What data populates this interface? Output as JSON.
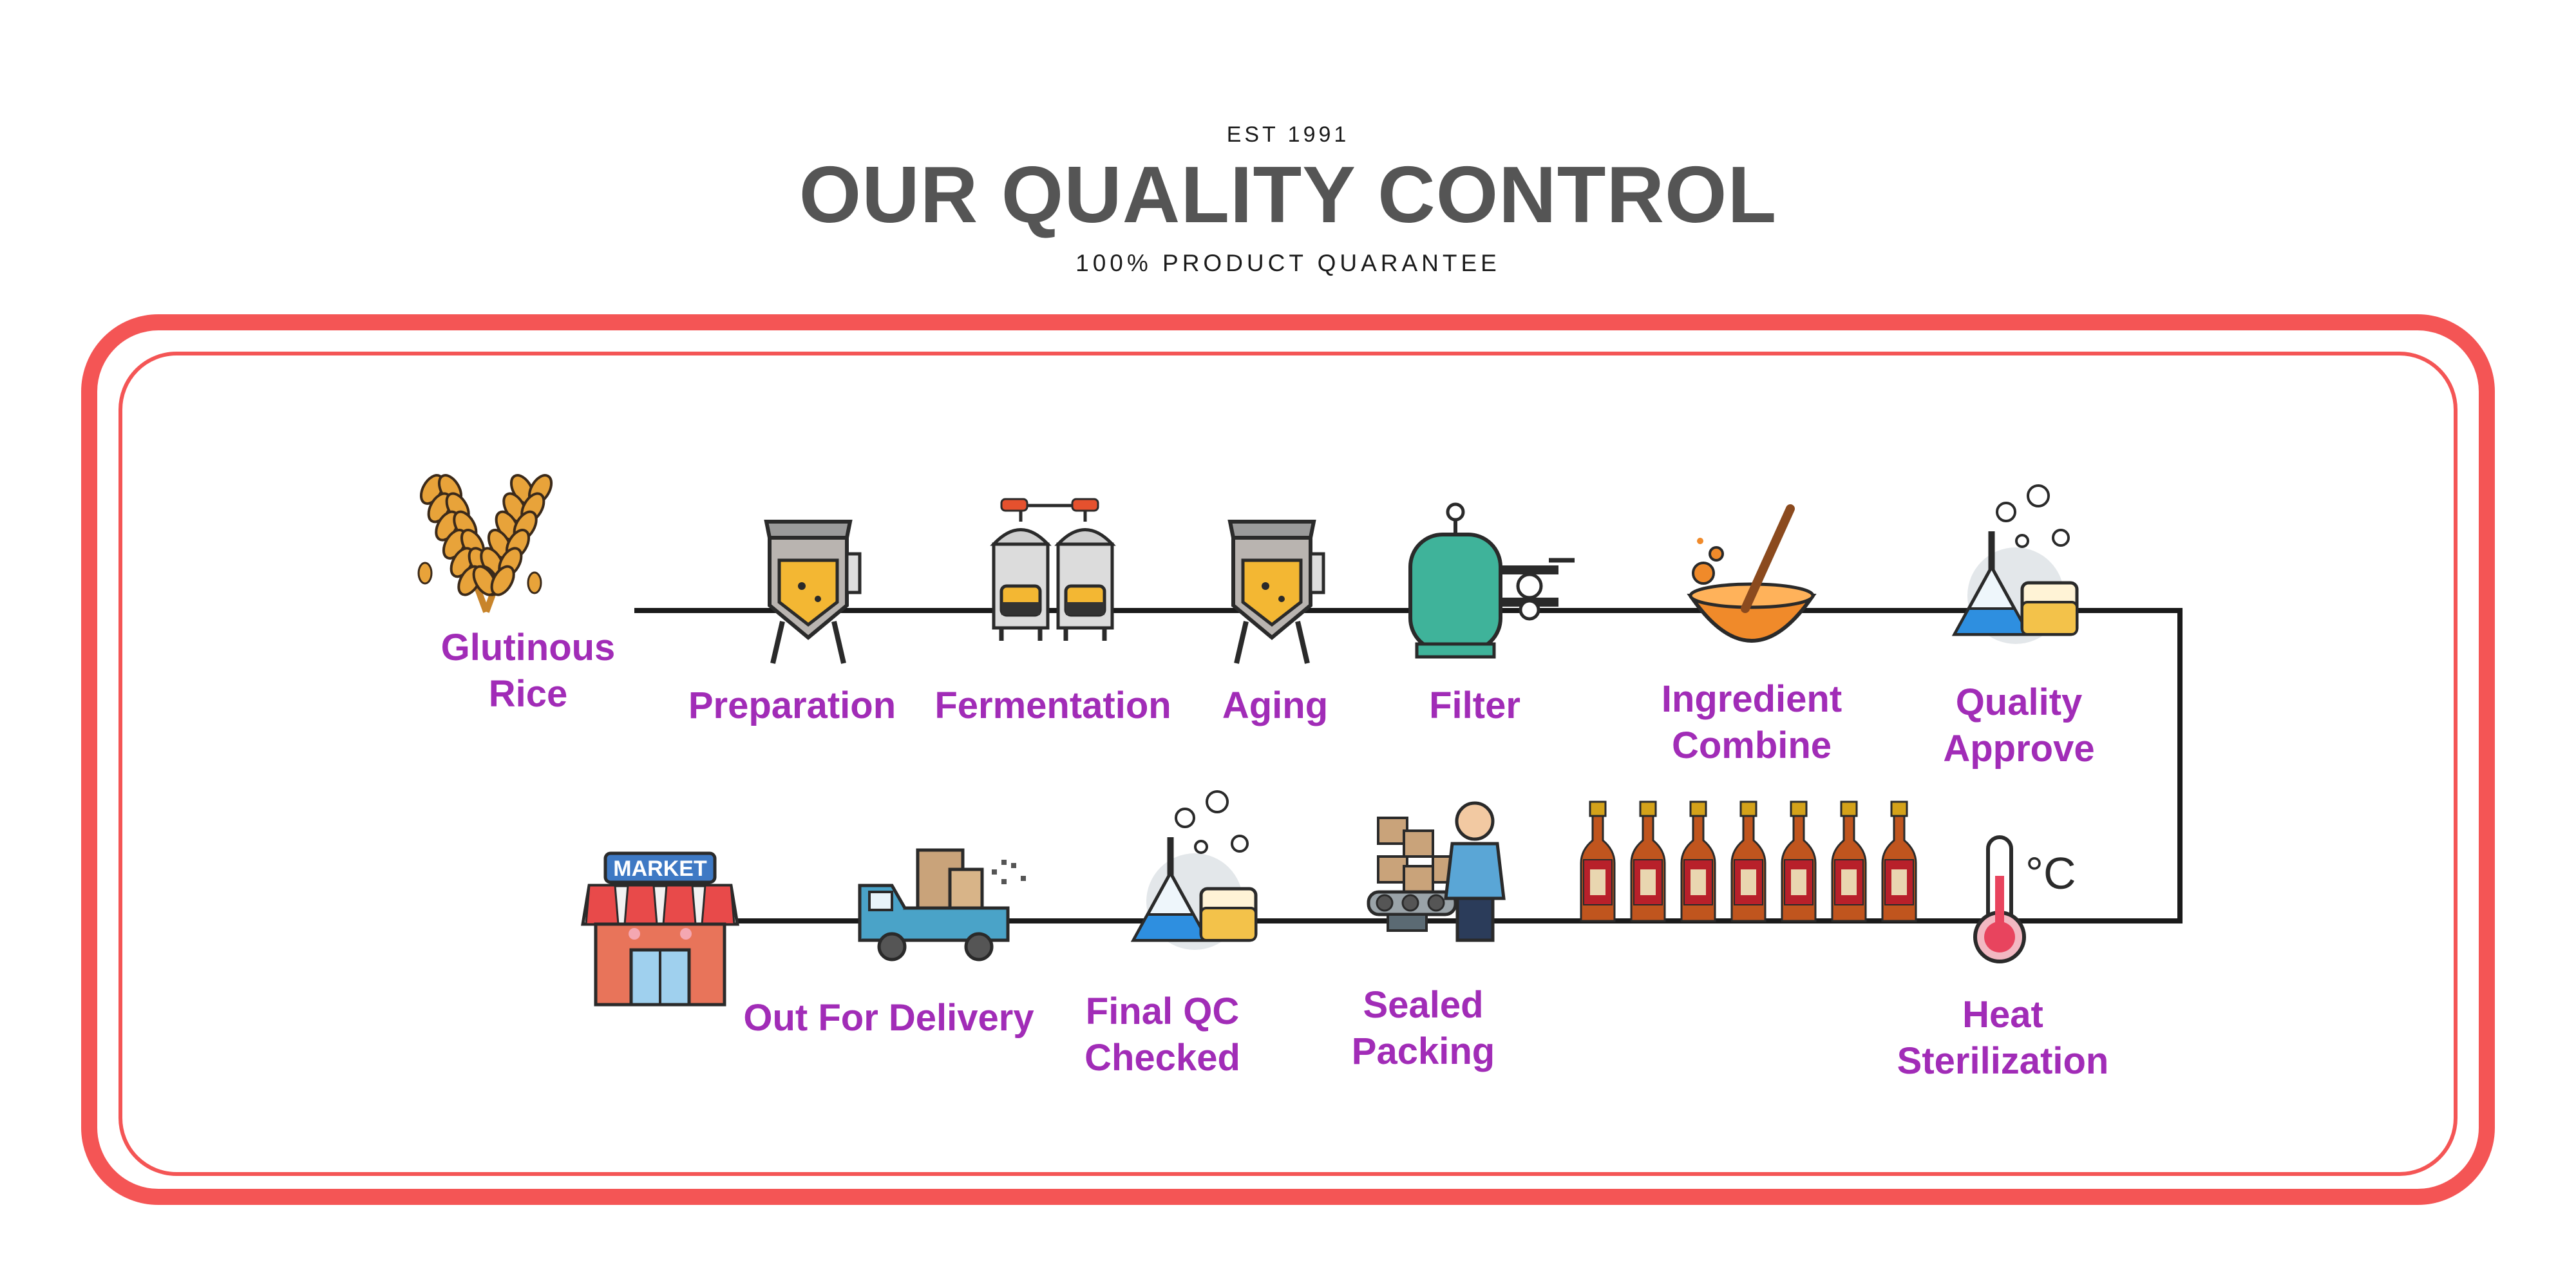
{
  "header": {
    "est": "EST 1991",
    "title": "OUR QUALITY CONTROL",
    "subtitle": "100% PRODUCT QUARANTEE"
  },
  "colors": {
    "frame": "#f45555",
    "label": "#a12cb7",
    "line": "#1a1a1a",
    "title": "#555555"
  },
  "steps": [
    {
      "id": "rice",
      "icon": "wheat-icon",
      "lines": [
        "Glutinous",
        "Rice"
      ]
    },
    {
      "id": "prep",
      "icon": "tank-icon",
      "lines": [
        "Preparation"
      ]
    },
    {
      "id": "ferm",
      "icon": "fermenter-icon",
      "lines": [
        "Fermentation"
      ]
    },
    {
      "id": "aging",
      "icon": "tank-icon",
      "lines": [
        "Aging"
      ]
    },
    {
      "id": "filter",
      "icon": "filter-icon",
      "lines": [
        "Filter"
      ]
    },
    {
      "id": "combine",
      "icon": "mixing-bowl-icon",
      "lines": [
        "Ingredient",
        "Combine"
      ]
    },
    {
      "id": "approve",
      "icon": "lab-flask-icon",
      "lines": [
        "Quality",
        "Approve"
      ]
    },
    {
      "id": "heat",
      "icon": "thermometer-icon",
      "lines": [
        "Heat",
        "Sterilization"
      ]
    },
    {
      "id": "packing",
      "icon": "packing-worker-icon",
      "lines": [
        "Sealed",
        "Packing"
      ]
    },
    {
      "id": "finalqc",
      "icon": "lab-flask-icon",
      "lines": [
        "Final QC",
        "Checked"
      ]
    },
    {
      "id": "delivery",
      "icon": "delivery-truck-icon",
      "lines": [
        "Out For Delivery"
      ]
    },
    {
      "id": "market",
      "icon": "market-store-icon",
      "lines": []
    }
  ],
  "market_sign": "MARKET",
  "thermo_unit": "°C",
  "bottles_icon": "wine-bottles-icon",
  "bottle_count": 7
}
